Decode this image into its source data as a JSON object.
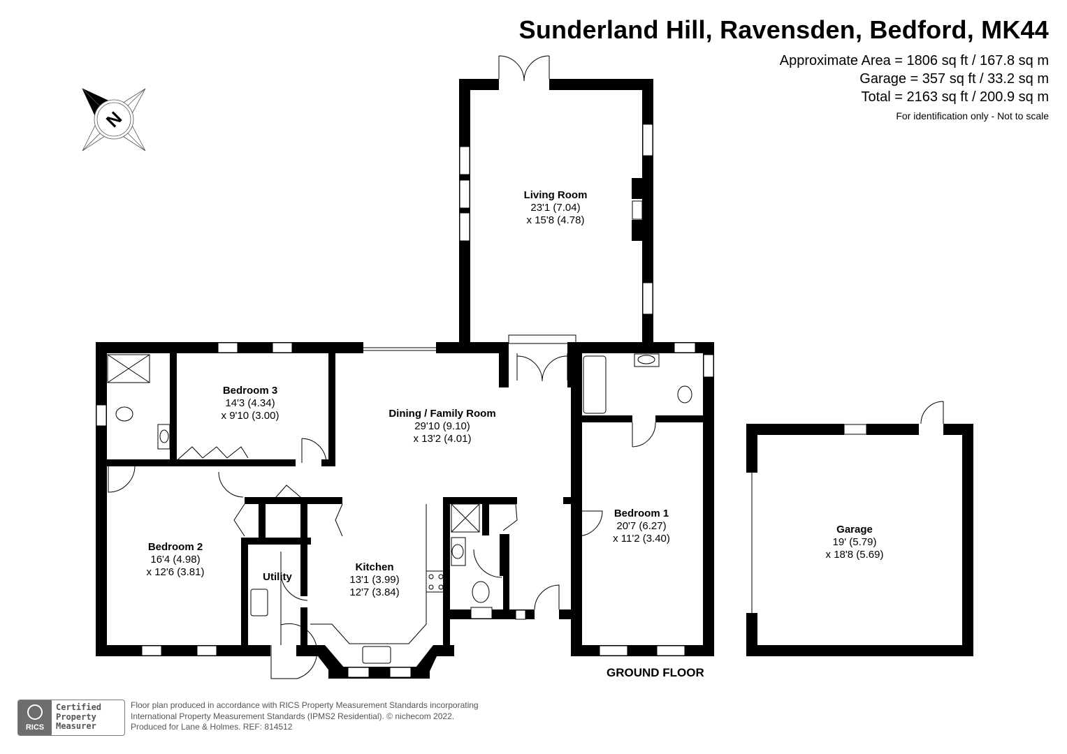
{
  "header": {
    "title": "Sunderland Hill, Ravensden, Bedford, MK44",
    "approximate_area": "Approximate Area = 1806 sq ft / 167.8 sq m",
    "garage_area": "Garage = 357 sq ft / 33.2 sq m",
    "total_area": "Total = 2163 sq ft / 200.9 sq m",
    "disclaimer": "For identification only - Not to scale"
  },
  "compass": {
    "icon": "compass-north-icon",
    "letter": "N"
  },
  "rooms": [
    {
      "name": "Living Room",
      "dim1": "23'1 (7.04)",
      "dim2": "x 15'8 (4.78)"
    },
    {
      "name": "Bedroom 3",
      "dim1": "14'3 (4.34)",
      "dim2": "x 9'10 (3.00)"
    },
    {
      "name": "Dining / Family Room",
      "dim1": "29'10 (9.10)",
      "dim2": "x 13'2 (4.01)"
    },
    {
      "name": "Bedroom 1",
      "dim1": "20'7 (6.27)",
      "dim2": "x 11'2 (3.40)"
    },
    {
      "name": "Bedroom 2",
      "dim1": "16'4 (4.98)",
      "dim2": "x 12'6 (3.81)"
    },
    {
      "name": "Kitchen",
      "dim1": "13'1 (3.99)",
      "dim2": "12'7 (3.84)"
    },
    {
      "name": "Utility"
    },
    {
      "name": "Garage",
      "dim1": "19' (5.79)",
      "dim2": "x 18'8 (5.69)"
    }
  ],
  "floor_label": "GROUND FLOOR",
  "footer": {
    "badge_org": "RICS",
    "badge_lines": [
      "Certified",
      "Property",
      "Measurer"
    ],
    "lines": [
      "Floor plan produced in accordance with RICS Property Measurement Standards incorporating",
      "International Property Measurement Standards (IPMS2 Residential).   © nichecom 2022.",
      "Produced for Lane & Holmes.   REF:  814512"
    ]
  }
}
